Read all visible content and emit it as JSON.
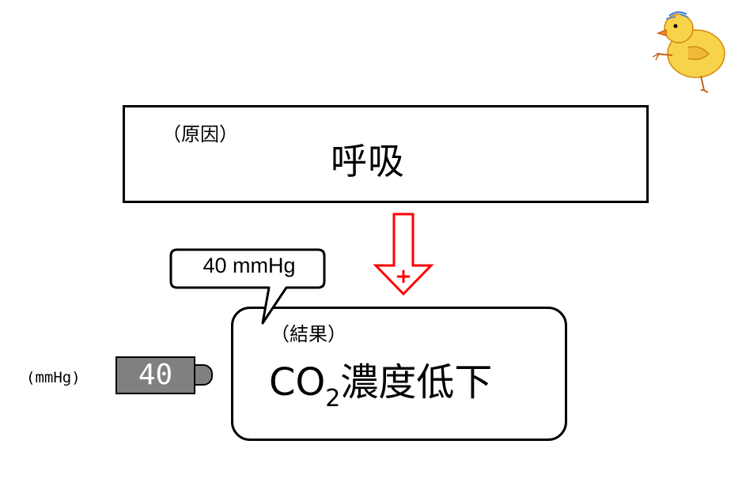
{
  "cause": {
    "tag": "（原因）",
    "text": "呼吸"
  },
  "arrow": {
    "sign": "+",
    "color": "#ff0000"
  },
  "result": {
    "tag": "（結果）",
    "prefix": "CO",
    "subscript": "2",
    "suffix": "濃度低下"
  },
  "callout": {
    "text": "40 mmHg"
  },
  "gauge": {
    "unit_label": "(mmHg)",
    "value": "40",
    "body_color": "#808080"
  },
  "mascot": {
    "icon": "chick-icon",
    "color": "#f5c842"
  }
}
